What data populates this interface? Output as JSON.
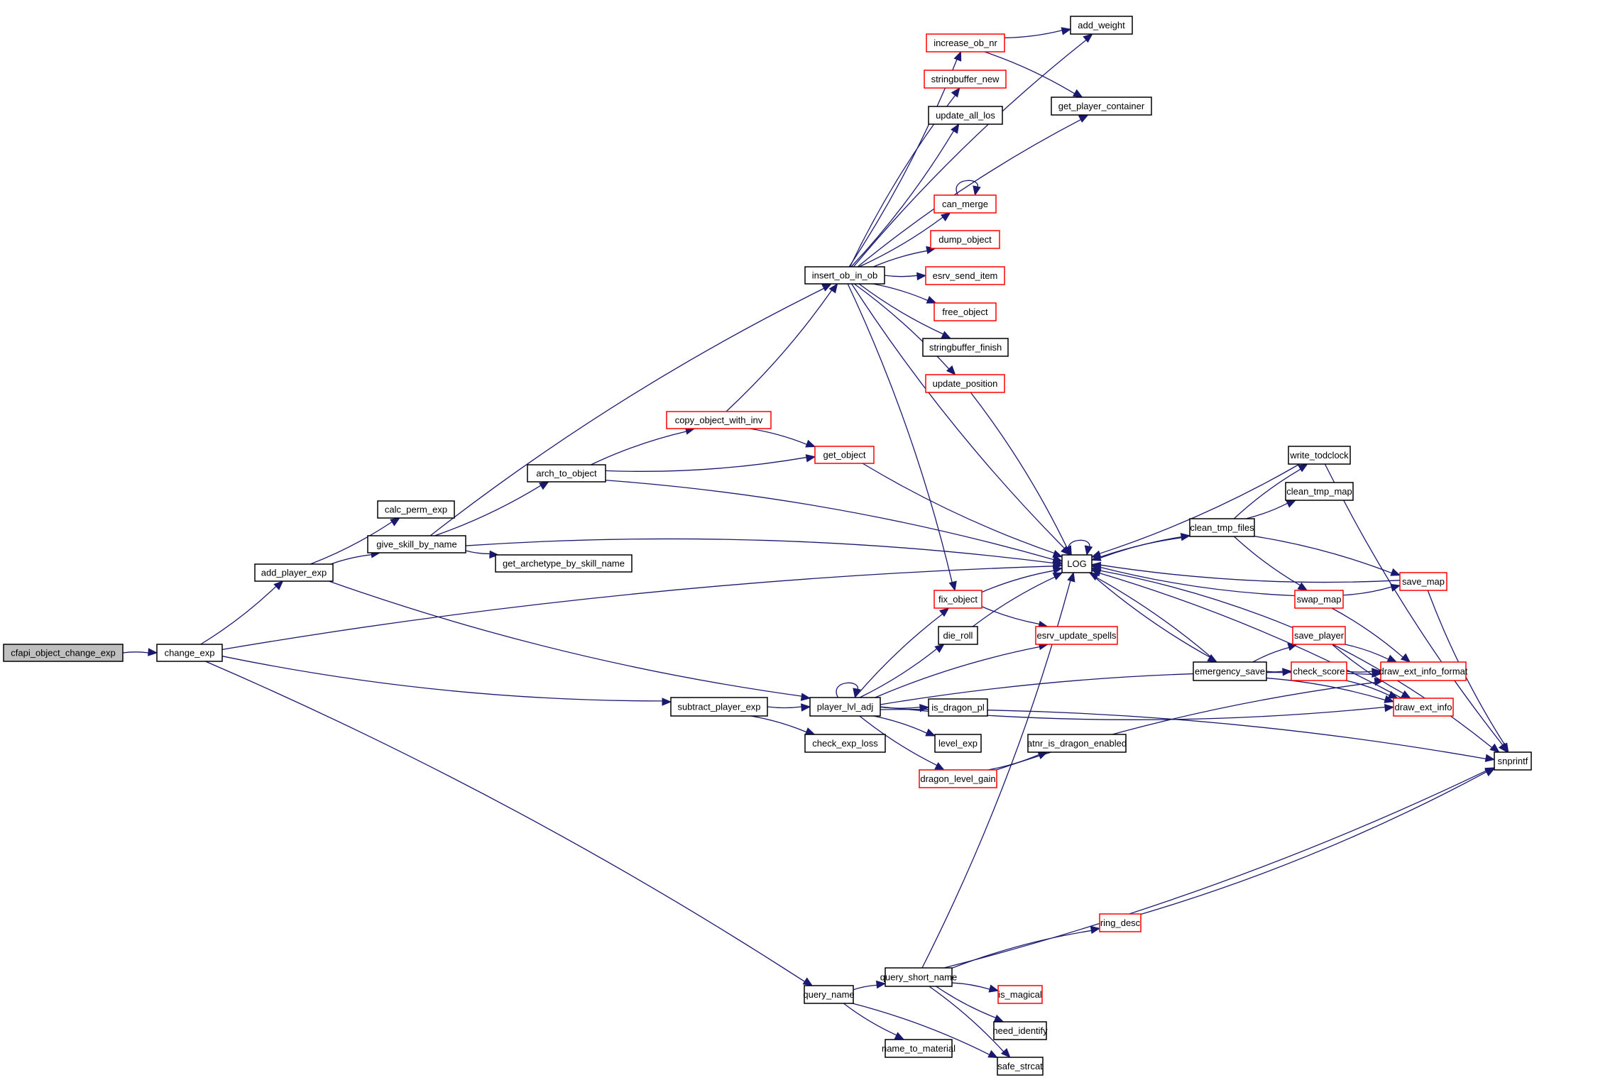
{
  "graph": {
    "title": "cfapi_object_change_exp call graph",
    "colors": {
      "edge": "#191970",
      "root_fill": "#bfbfbf",
      "node_fill": "#ffffff",
      "documented_border": "#000000",
      "undocumented_border": "#ff0000"
    },
    "nodes": [
      {
        "id": "cfapi_object_change_exp",
        "label": "cfapi_object_change_exp",
        "kind": "root"
      },
      {
        "id": "change_exp",
        "label": "change_exp",
        "kind": "normal"
      },
      {
        "id": "add_player_exp",
        "label": "add_player_exp",
        "kind": "normal"
      },
      {
        "id": "calc_perm_exp",
        "label": "calc_perm_exp",
        "kind": "normal"
      },
      {
        "id": "give_skill_by_name",
        "label": "give_skill_by_name",
        "kind": "normal"
      },
      {
        "id": "get_archetype_by_skill_name",
        "label": "get_archetype_by_skill_name",
        "kind": "normal"
      },
      {
        "id": "arch_to_object",
        "label": "arch_to_object",
        "kind": "normal"
      },
      {
        "id": "copy_object_with_inv",
        "label": "copy_object_with_inv",
        "kind": "red"
      },
      {
        "id": "get_object",
        "label": "get_object",
        "kind": "red"
      },
      {
        "id": "insert_ob_in_ob",
        "label": "insert_ob_in_ob",
        "kind": "normal"
      },
      {
        "id": "add_weight",
        "label": "add_weight",
        "kind": "normal"
      },
      {
        "id": "increase_ob_nr",
        "label": "increase_ob_nr",
        "kind": "red"
      },
      {
        "id": "stringbuffer_new",
        "label": "stringbuffer_new",
        "kind": "red"
      },
      {
        "id": "update_all_los",
        "label": "update_all_los",
        "kind": "normal"
      },
      {
        "id": "get_player_container",
        "label": "get_player_container",
        "kind": "normal"
      },
      {
        "id": "can_merge",
        "label": "can_merge",
        "kind": "red"
      },
      {
        "id": "dump_object",
        "label": "dump_object",
        "kind": "red"
      },
      {
        "id": "esrv_send_item",
        "label": "esrv_send_item",
        "kind": "red"
      },
      {
        "id": "free_object",
        "label": "free_object",
        "kind": "red"
      },
      {
        "id": "stringbuffer_finish",
        "label": "stringbuffer_finish",
        "kind": "normal"
      },
      {
        "id": "update_position",
        "label": "update_position",
        "kind": "red"
      },
      {
        "id": "LOG",
        "label": "LOG",
        "kind": "normal"
      },
      {
        "id": "fix_object",
        "label": "fix_object",
        "kind": "red"
      },
      {
        "id": "die_roll",
        "label": "die_roll",
        "kind": "normal"
      },
      {
        "id": "esrv_update_spells",
        "label": "esrv_update_spells",
        "kind": "red"
      },
      {
        "id": "subtract_player_exp",
        "label": "subtract_player_exp",
        "kind": "normal"
      },
      {
        "id": "player_lvl_adj",
        "label": "player_lvl_adj",
        "kind": "normal"
      },
      {
        "id": "check_exp_loss",
        "label": "check_exp_loss",
        "kind": "normal"
      },
      {
        "id": "is_dragon_pl",
        "label": "is_dragon_pl",
        "kind": "normal"
      },
      {
        "id": "level_exp",
        "label": "level_exp",
        "kind": "normal"
      },
      {
        "id": "dragon_level_gain",
        "label": "dragon_level_gain",
        "kind": "red"
      },
      {
        "id": "atnr_is_dragon_enabled",
        "label": "atnr_is_dragon_enabled",
        "kind": "normal"
      },
      {
        "id": "write_todclock",
        "label": "write_todclock",
        "kind": "normal"
      },
      {
        "id": "clean_tmp_map",
        "label": "clean_tmp_map",
        "kind": "normal"
      },
      {
        "id": "clean_tmp_files",
        "label": "clean_tmp_files",
        "kind": "normal"
      },
      {
        "id": "save_map",
        "label": "save_map",
        "kind": "red"
      },
      {
        "id": "swap_map",
        "label": "swap_map",
        "kind": "red"
      },
      {
        "id": "save_player",
        "label": "save_player",
        "kind": "red"
      },
      {
        "id": "emergency_save",
        "label": "emergency_save",
        "kind": "normal"
      },
      {
        "id": "check_score",
        "label": "check_score",
        "kind": "red"
      },
      {
        "id": "draw_ext_info_format",
        "label": "draw_ext_info_format",
        "kind": "red"
      },
      {
        "id": "draw_ext_info",
        "label": "draw_ext_info",
        "kind": "red"
      },
      {
        "id": "snprintf",
        "label": "snprintf",
        "kind": "normal"
      },
      {
        "id": "query_name",
        "label": "query_name",
        "kind": "normal"
      },
      {
        "id": "query_short_name",
        "label": "query_short_name",
        "kind": "normal"
      },
      {
        "id": "ring_desc",
        "label": "ring_desc",
        "kind": "red"
      },
      {
        "id": "is_magical",
        "label": "is_magical",
        "kind": "red"
      },
      {
        "id": "need_identify",
        "label": "need_identify",
        "kind": "normal"
      },
      {
        "id": "name_to_material",
        "label": "name_to_material",
        "kind": "normal"
      },
      {
        "id": "safe_strcat",
        "label": "safe_strcat",
        "kind": "normal"
      }
    ],
    "edges": [
      [
        "cfapi_object_change_exp",
        "change_exp"
      ],
      [
        "change_exp",
        "add_player_exp"
      ],
      [
        "change_exp",
        "LOG"
      ],
      [
        "change_exp",
        "subtract_player_exp"
      ],
      [
        "change_exp",
        "query_name"
      ],
      [
        "add_player_exp",
        "calc_perm_exp"
      ],
      [
        "add_player_exp",
        "give_skill_by_name"
      ],
      [
        "add_player_exp",
        "player_lvl_adj"
      ],
      [
        "give_skill_by_name",
        "insert_ob_in_ob"
      ],
      [
        "give_skill_by_name",
        "arch_to_object"
      ],
      [
        "give_skill_by_name",
        "LOG"
      ],
      [
        "give_skill_by_name",
        "get_archetype_by_skill_name"
      ],
      [
        "arch_to_object",
        "copy_object_with_inv"
      ],
      [
        "arch_to_object",
        "get_object"
      ],
      [
        "arch_to_object",
        "LOG"
      ],
      [
        "copy_object_with_inv",
        "insert_ob_in_ob"
      ],
      [
        "copy_object_with_inv",
        "get_object"
      ],
      [
        "get_object",
        "LOG"
      ],
      [
        "insert_ob_in_ob",
        "add_weight"
      ],
      [
        "insert_ob_in_ob",
        "increase_ob_nr"
      ],
      [
        "insert_ob_in_ob",
        "stringbuffer_new"
      ],
      [
        "insert_ob_in_ob",
        "update_all_los"
      ],
      [
        "insert_ob_in_ob",
        "get_player_container"
      ],
      [
        "insert_ob_in_ob",
        "can_merge"
      ],
      [
        "insert_ob_in_ob",
        "dump_object"
      ],
      [
        "insert_ob_in_ob",
        "esrv_send_item"
      ],
      [
        "insert_ob_in_ob",
        "free_object"
      ],
      [
        "insert_ob_in_ob",
        "stringbuffer_finish"
      ],
      [
        "insert_ob_in_ob",
        "update_position"
      ],
      [
        "insert_ob_in_ob",
        "LOG"
      ],
      [
        "insert_ob_in_ob",
        "fix_object"
      ],
      [
        "increase_ob_nr",
        "add_weight"
      ],
      [
        "increase_ob_nr",
        "get_player_container"
      ],
      [
        "can_merge",
        "can_merge"
      ],
      [
        "update_position",
        "LOG"
      ],
      [
        "LOG",
        "LOG"
      ],
      [
        "LOG",
        "clean_tmp_files"
      ],
      [
        "LOG",
        "emergency_save"
      ],
      [
        "fix_object",
        "LOG"
      ],
      [
        "fix_object",
        "esrv_update_spells"
      ],
      [
        "die_roll",
        "LOG"
      ],
      [
        "subtract_player_exp",
        "player_lvl_adj"
      ],
      [
        "subtract_player_exp",
        "check_exp_loss"
      ],
      [
        "player_lvl_adj",
        "player_lvl_adj"
      ],
      [
        "player_lvl_adj",
        "fix_object"
      ],
      [
        "player_lvl_adj",
        "die_roll"
      ],
      [
        "player_lvl_adj",
        "esrv_update_spells"
      ],
      [
        "player_lvl_adj",
        "is_dragon_pl"
      ],
      [
        "player_lvl_adj",
        "level_exp"
      ],
      [
        "player_lvl_adj",
        "dragon_level_gain"
      ],
      [
        "player_lvl_adj",
        "draw_ext_info_format"
      ],
      [
        "player_lvl_adj",
        "draw_ext_info"
      ],
      [
        "player_lvl_adj",
        "snprintf"
      ],
      [
        "dragon_level_gain",
        "atnr_is_dragon_enabled"
      ],
      [
        "dragon_level_gain",
        "draw_ext_info_format"
      ],
      [
        "clean_tmp_files",
        "LOG"
      ],
      [
        "clean_tmp_files",
        "write_todclock"
      ],
      [
        "clean_tmp_files",
        "clean_tmp_map"
      ],
      [
        "clean_tmp_files",
        "save_map"
      ],
      [
        "clean_tmp_files",
        "swap_map"
      ],
      [
        "write_todclock",
        "LOG"
      ],
      [
        "write_todclock",
        "snprintf"
      ],
      [
        "save_map",
        "LOG"
      ],
      [
        "save_map",
        "snprintf"
      ],
      [
        "swap_map",
        "LOG"
      ],
      [
        "swap_map",
        "save_map"
      ],
      [
        "swap_map",
        "draw_ext_info_format"
      ],
      [
        "save_player",
        "LOG"
      ],
      [
        "save_player",
        "draw_ext_info_format"
      ],
      [
        "save_player",
        "draw_ext_info"
      ],
      [
        "save_player",
        "snprintf"
      ],
      [
        "emergency_save",
        "LOG"
      ],
      [
        "emergency_save",
        "save_player"
      ],
      [
        "emergency_save",
        "check_score"
      ],
      [
        "emergency_save",
        "draw_ext_info"
      ],
      [
        "check_score",
        "draw_ext_info_format"
      ],
      [
        "check_score",
        "draw_ext_info"
      ],
      [
        "draw_ext_info",
        "LOG"
      ],
      [
        "query_name",
        "query_short_name"
      ],
      [
        "query_name",
        "name_to_material"
      ],
      [
        "query_name",
        "safe_strcat"
      ],
      [
        "query_short_name",
        "LOG"
      ],
      [
        "query_short_name",
        "ring_desc"
      ],
      [
        "query_short_name",
        "snprintf"
      ],
      [
        "query_short_name",
        "is_magical"
      ],
      [
        "query_short_name",
        "need_identify"
      ],
      [
        "query_short_name",
        "safe_strcat"
      ],
      [
        "ring_desc",
        "snprintf"
      ]
    ]
  }
}
